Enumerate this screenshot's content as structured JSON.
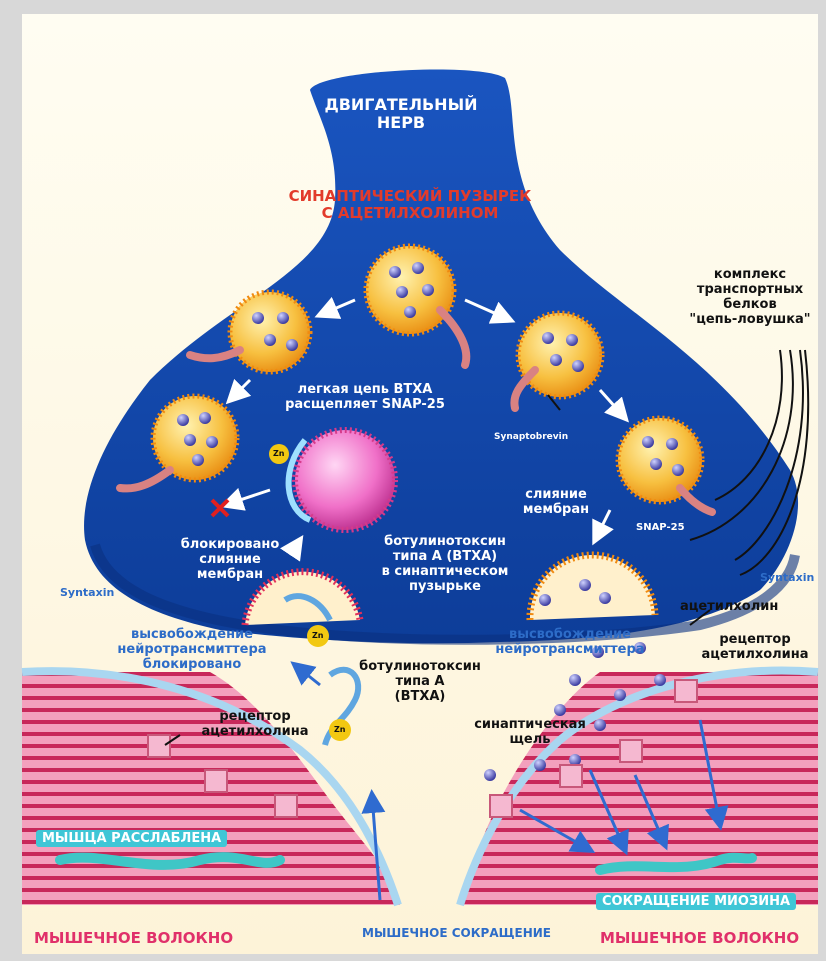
{
  "labels": {
    "motor_nerve": [
      "ДВИГАТЕЛЬНЫЙ",
      "НЕРВ"
    ],
    "vesicle": [
      "СИНАПТИЧЕСКИЙ ПУЗЫРЕК",
      "С АЦЕТИЛХОЛИНОМ"
    ],
    "complex": [
      "комплекс",
      "транспортных",
      "белков",
      "\"цепь-ловушка\""
    ],
    "light_chain": [
      "легкая цепь BTXA",
      "расщепляет SNAP-25"
    ],
    "synaptobrevin": "Synaptobrevin",
    "fusion_right": [
      "слияние",
      "мембран"
    ],
    "snap25": "SNAP-25",
    "blocked_fusion": [
      "блокировано",
      "слияние",
      "мембран"
    ],
    "btxa_vesicle": [
      "ботулинотоксин",
      "типа А (BTXA)",
      "в синаптическом",
      "пузырьке"
    ],
    "syntaxin_left": "Syntaxin",
    "syntaxin_right": "Syntaxin",
    "acetylcholine": "ацетилхолин",
    "release_blocked": [
      "высвобождение",
      "нейротрансмиттера",
      "блокировано"
    ],
    "release_right": [
      "высвобождение",
      "нейротрансмиттера"
    ],
    "receptor_right": [
      "рецептор",
      "ацетилхолина"
    ],
    "btxa": [
      "ботулинотоксин",
      "типа А",
      "(BTXA)"
    ],
    "receptor_left": [
      "рецептор",
      "ацетилхолина"
    ],
    "cleft": [
      "синаптическая",
      "щель"
    ],
    "muscle_relaxed": "МЫШЦА РАССЛАБЛЕНА",
    "myosin": "СОКРАЩЕНИЕ МИОЗИНА",
    "fiber_left": "МЫШЕЧНОЕ ВОЛОКНО",
    "contraction": "МЫШЕЧНОЕ СОКРАЩЕНИЕ",
    "fiber_right": "МЫШЕЧНОЕ ВОЛОКНО",
    "zn": "Zn"
  },
  "colors": {
    "nerve": "#1560c4",
    "nerve_dark": "#0a3f99",
    "vesicle": "#f5a020",
    "muscle": "#e0457a",
    "cleft_bg": "#fdf7e2",
    "label_red": "#e23b2b",
    "label_cyan": "#3fc6d6"
  }
}
